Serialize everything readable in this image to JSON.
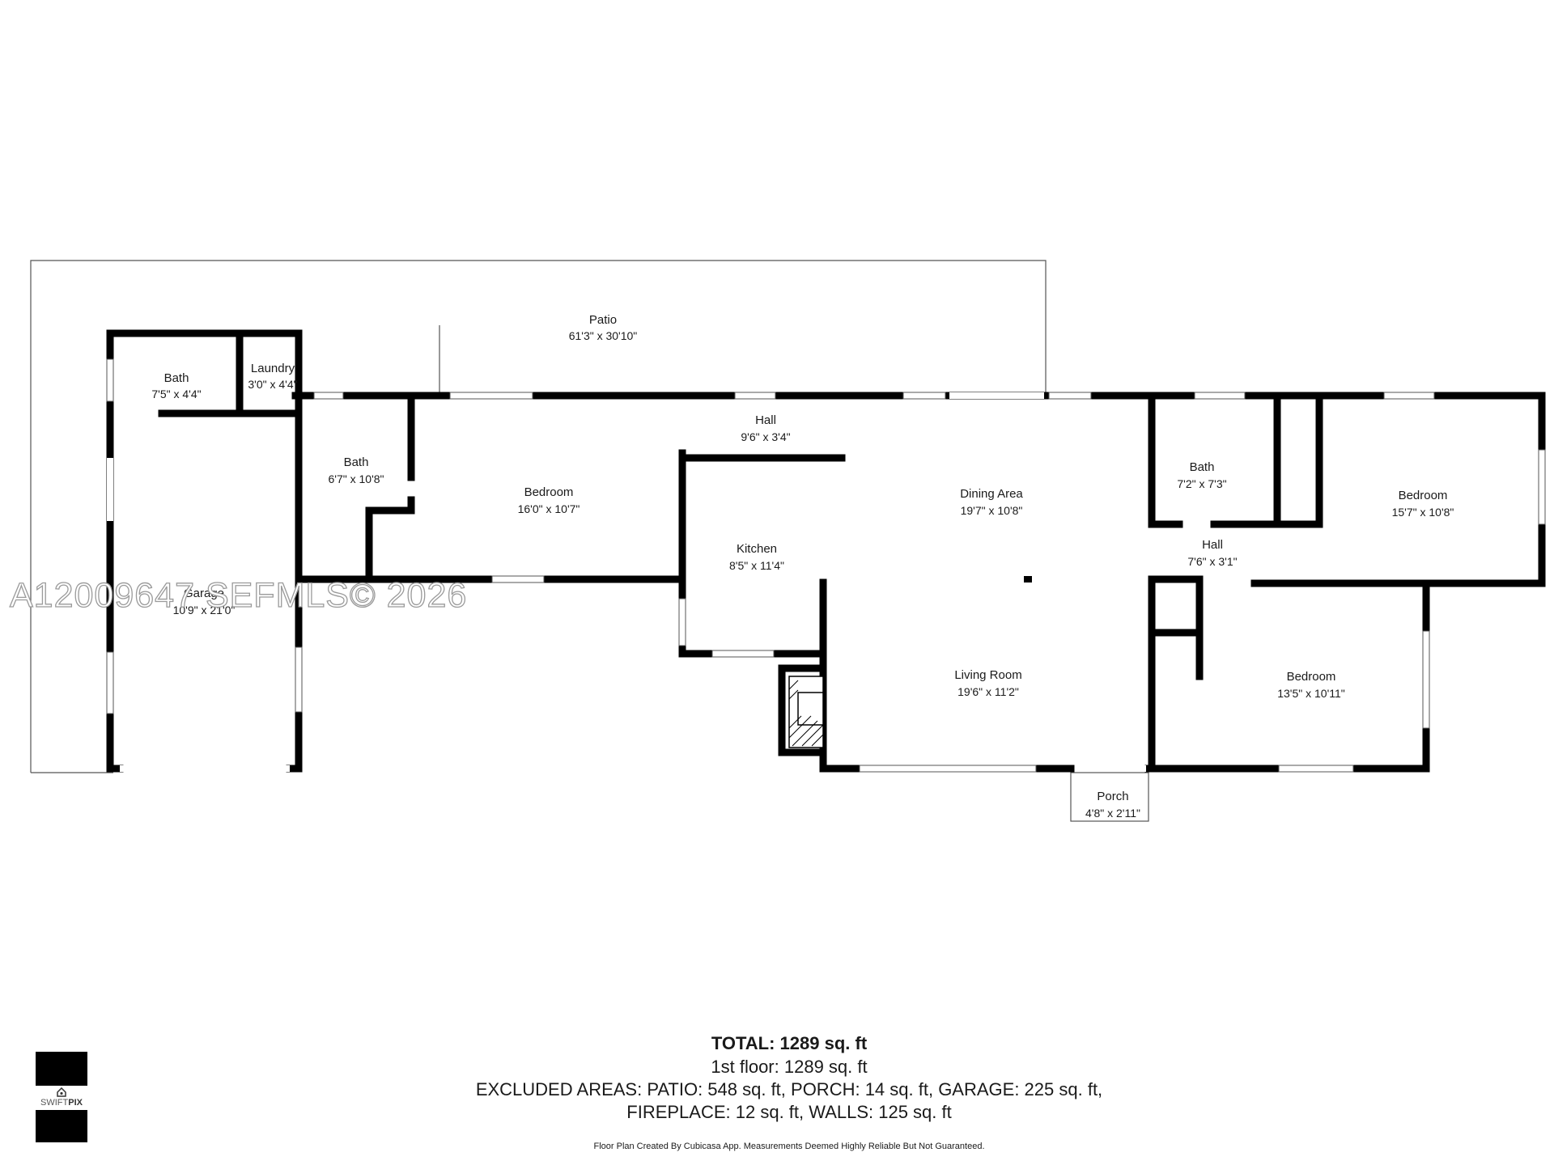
{
  "rooms": {
    "patio": {
      "name": "Patio",
      "dims": "61'3\" x 30'10\""
    },
    "bath_left": {
      "name": "Bath",
      "dims": "7'5\" x 4'4\""
    },
    "laundry": {
      "name": "Laundry",
      "dims": "3'0\" x 4'4\""
    },
    "bath_mid": {
      "name": "Bath",
      "dims": "6'7\" x 10'8\""
    },
    "bedroom_1": {
      "name": "Bedroom",
      "dims": "16'0\" x 10'7\""
    },
    "hall_top": {
      "name": "Hall",
      "dims": "9'6\" x 3'4\""
    },
    "kitchen": {
      "name": "Kitchen",
      "dims": "8'5\" x 11'4\""
    },
    "dining": {
      "name": "Dining Area",
      "dims": "19'7\" x 10'8\""
    },
    "living": {
      "name": "Living Room",
      "dims": "19'6\" x 11'2\""
    },
    "bath_right": {
      "name": "Bath",
      "dims": "7'2\" x 7'3\""
    },
    "hall_right": {
      "name": "Hall",
      "dims": "7'6\" x 3'1\""
    },
    "bedroom_2": {
      "name": "Bedroom",
      "dims": "15'7\" x 10'8\""
    },
    "bedroom_3": {
      "name": "Bedroom",
      "dims": "13'5\" x 10'11\""
    },
    "garage": {
      "name": "Garage",
      "dims": "10'9\" x 21'0\""
    },
    "porch": {
      "name": "Porch",
      "dims": "4'8\" x 2'11\""
    }
  },
  "watermark": "A12009647 SEFMLS© 2026",
  "summary": {
    "total_label": "TOTAL: 1289 sq. ft",
    "floor_line": "1st floor: 1289 sq. ft",
    "excluded_line": "EXCLUDED AREAS: PATIO: 548 sq. ft, PORCH: 14 sq. ft, GARAGE: 225 sq. ft,",
    "excluded_line2": "FIREPLACE: 12 sq. ft, WALLS: 125 sq. ft"
  },
  "disclaimer": "Floor Plan Created By Cubicasa App. Measurements Deemed Highly Reliable But Not Guaranteed.",
  "logo": {
    "prefix": "SWIFT",
    "suffix": "PIX"
  },
  "colors": {
    "wall": "#000000",
    "outline": "#555555",
    "watermark_stroke": "#9a9a9a"
  }
}
